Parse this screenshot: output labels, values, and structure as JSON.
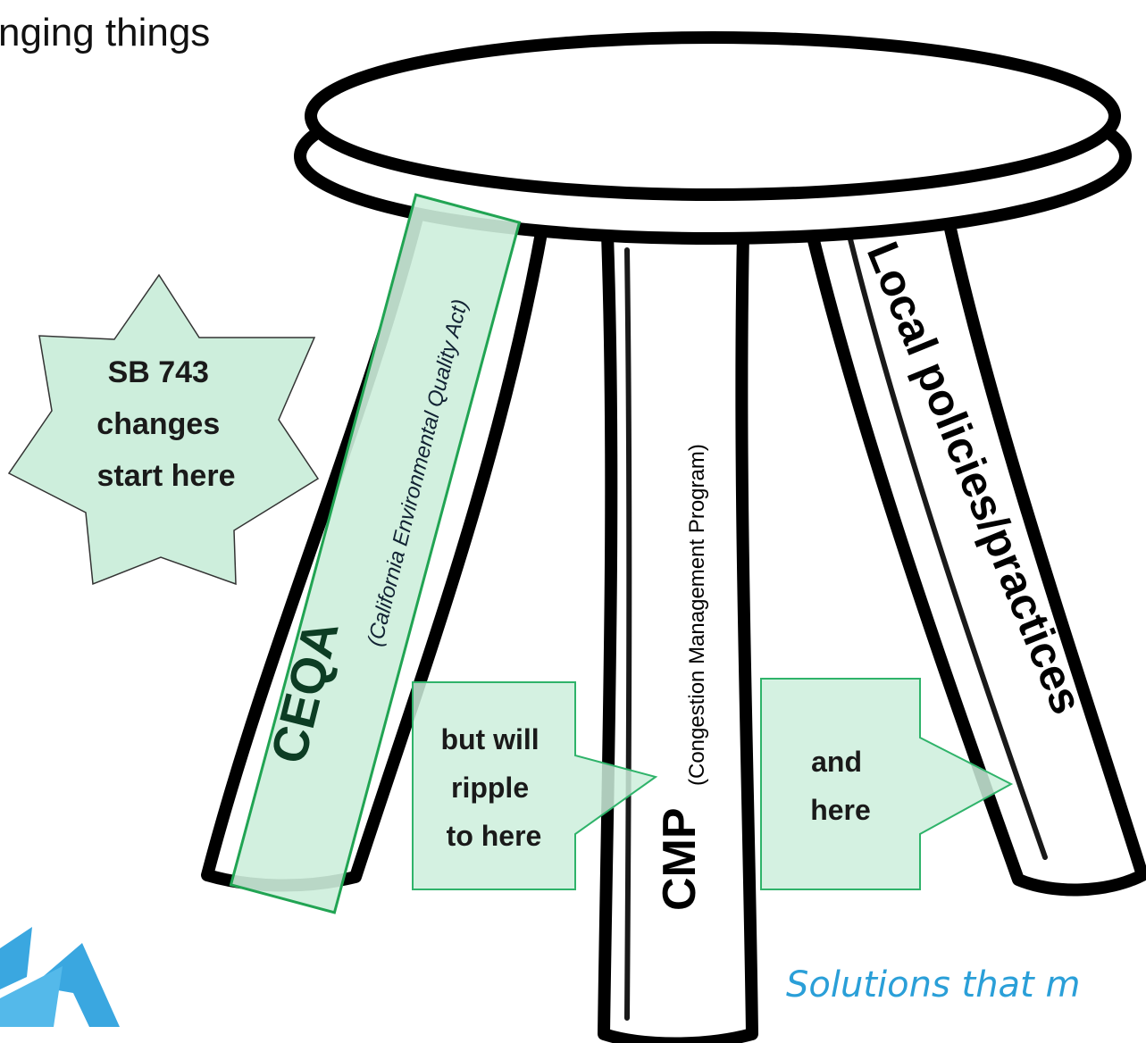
{
  "slide": {
    "title": "nging things",
    "tagline": "Solutions that m",
    "colors": {
      "highlight_fill": "#cdeedc",
      "highlight_stroke": "#21a453",
      "callout_fill": "#cdeedc",
      "callout_stroke": "#2fb36a",
      "tagline": "#2a9fd8",
      "logo": "#3aa7e0",
      "stool_outline": "#000000"
    }
  },
  "stool": {
    "legs": [
      {
        "id": "ceqa",
        "acronym": "CEQA",
        "full_name": "(California Environmental Quality Act)",
        "highlighted": true
      },
      {
        "id": "cmp",
        "acronym": "CMP",
        "full_name": "(Congestion Management Program)",
        "highlighted": false
      },
      {
        "id": "local",
        "label": "Local policies/practices",
        "highlighted": false
      }
    ]
  },
  "callouts": {
    "star": {
      "lines": [
        "SB 743",
        "changes",
        "start here"
      ],
      "points_to": "ceqa"
    },
    "ripple": {
      "lines": [
        "but will",
        "ripple",
        "to here"
      ],
      "points_to": "cmp"
    },
    "and_here": {
      "lines": [
        "and",
        "here"
      ],
      "points_to": "local"
    }
  },
  "logo": {
    "icon": "organization-logo-icon"
  }
}
